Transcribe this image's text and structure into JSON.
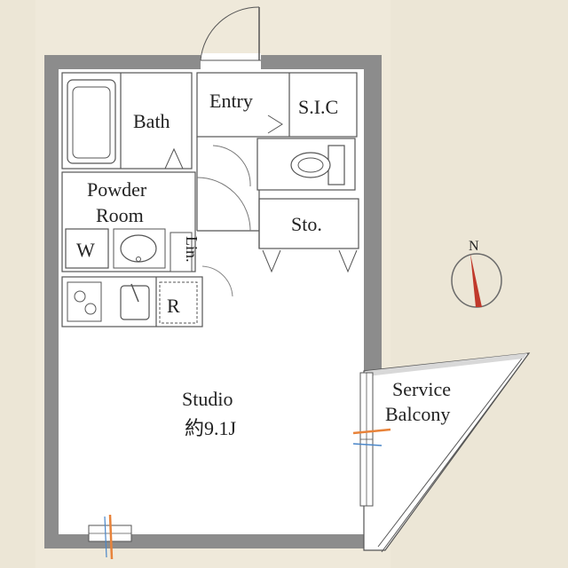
{
  "rooms": {
    "bath": "Bath",
    "entry": "Entry",
    "sic": "S.I.C",
    "powder_line1": "Powder",
    "powder_line2": "Room",
    "sto": "Sto.",
    "w": "W",
    "lin": "Lin.",
    "r": "R",
    "studio": "Studio",
    "studio_area": "約9.1J",
    "service_line1": "Service",
    "service_line2": "Balcony"
  },
  "compass": {
    "north_label": "N"
  },
  "colors": {
    "background": "#ece6d6",
    "wall": "#8c8c8c",
    "floor": "#ffffff",
    "line": "#555555",
    "accent_orange": "#e8833a",
    "accent_blue": "#4a86c8"
  }
}
